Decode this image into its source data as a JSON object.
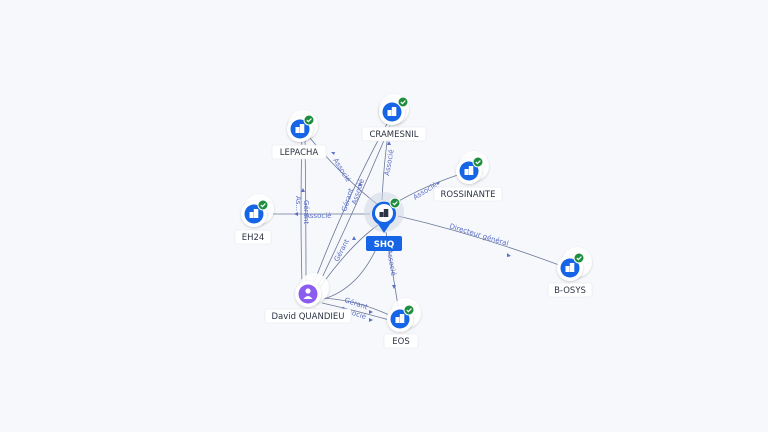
{
  "graph": {
    "center": {
      "id": "shq",
      "label": "SHQ"
    },
    "nodes": [
      {
        "id": "cramesnil",
        "label": "CRAMESNIL",
        "kind": "company",
        "verified": true
      },
      {
        "id": "lepacha",
        "label": "LEPACHA",
        "kind": "company",
        "verified": true
      },
      {
        "id": "rossinante",
        "label": "ROSSINANTE",
        "kind": "company",
        "verified": true
      },
      {
        "id": "eh24",
        "label": "EH24",
        "kind": "company",
        "verified": true
      },
      {
        "id": "bosys",
        "label": "B-OSYS",
        "kind": "company",
        "verified": true
      },
      {
        "id": "eos",
        "label": "EOS",
        "kind": "company",
        "verified": true
      },
      {
        "id": "david",
        "label": "David QUANDIEU",
        "kind": "person",
        "verified": false
      }
    ],
    "edges": [
      {
        "from": "shq",
        "to": "cramesnil",
        "label": "Associé"
      },
      {
        "from": "shq",
        "to": "lepacha",
        "label": "Associé"
      },
      {
        "from": "shq",
        "to": "rossinante",
        "label": "Associé"
      },
      {
        "from": "shq",
        "to": "eh24",
        "label": "Associé"
      },
      {
        "from": "shq",
        "to": "bosys",
        "label": "Directeur général"
      },
      {
        "from": "shq",
        "to": "eos",
        "label": "Associé"
      },
      {
        "from": "david",
        "to": "shq",
        "label": "Gérant"
      },
      {
        "from": "david",
        "to": "shq",
        "label": "Gérant"
      },
      {
        "from": "david",
        "to": "cramesnil",
        "label": "Gérant"
      },
      {
        "from": "david",
        "to": "cramesnil",
        "label": "Associé"
      },
      {
        "from": "david",
        "to": "lepacha",
        "label": "Gérant"
      },
      {
        "from": "david",
        "to": "lepacha",
        "label": "As..."
      },
      {
        "from": "david",
        "to": "eos",
        "label": "Gérant"
      },
      {
        "from": "david",
        "to": "eos",
        "label": "Associé"
      }
    ],
    "icons": {
      "company": "building-icon",
      "person": "person-icon",
      "verified": "check-badge-icon",
      "center": "map-pin-icon"
    },
    "colors": {
      "node_fill": "#1565e6",
      "person_fill": "#8a5cf0",
      "badge": "#1e8e3e",
      "edge": "#6a7899",
      "edge_label": "#5b6fc7"
    }
  }
}
